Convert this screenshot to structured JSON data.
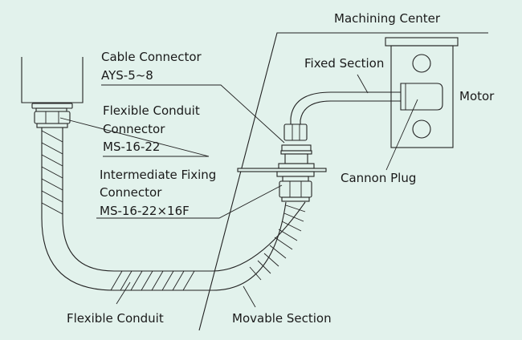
{
  "diagram": {
    "title": "Cable routing with flexible conduit",
    "background_color": "#e2f2ec",
    "line_color": "#222222",
    "labels": {
      "machining_center": "Machining Center",
      "cable_connector_line1": "Cable Connector",
      "cable_connector_line2": "AYS-5~8",
      "flex_conduit_connector_line1": "Flexible Conduit",
      "flex_conduit_connector_line2": "Connector",
      "flex_conduit_connector_line3": "MS-16-22",
      "intermediate_line1": "Intermediate Fixing",
      "intermediate_line2": "Connector",
      "intermediate_line3": "MS-16-22×16F",
      "fixed_section": "Fixed Section",
      "motor": "Motor",
      "cannon_plug": "Cannon Plug",
      "flexible_conduit": "Flexible Conduit",
      "movable_section": "Movable Section"
    }
  }
}
